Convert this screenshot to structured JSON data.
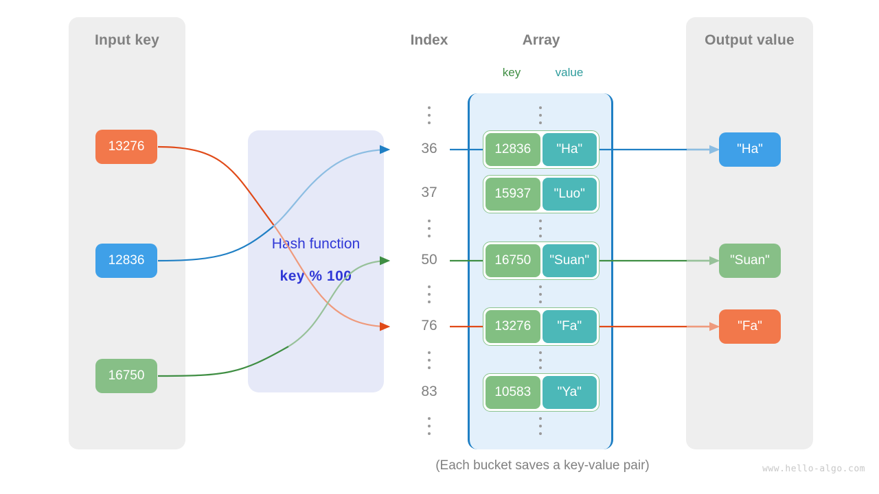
{
  "panels": {
    "input": {
      "title": "Input key"
    },
    "output": {
      "title": "Output value"
    }
  },
  "headings": {
    "index": "Index",
    "array": "Array",
    "key": "key",
    "value": "value"
  },
  "hash_function": {
    "label": "Hash function",
    "formula": "key % 100"
  },
  "input_keys": [
    {
      "text": "13276",
      "color": "#f2784b",
      "variant": "orange"
    },
    {
      "text": "12836",
      "color": "#3fa0e8",
      "variant": "blue"
    },
    {
      "text": "16750",
      "color": "#87bf87",
      "variant": "green"
    }
  ],
  "index_labels": [
    "36",
    "37",
    "50",
    "76",
    "83"
  ],
  "ellipsis_glyph": "vertical-ellipsis",
  "buckets": [
    {
      "key": "12836",
      "value": "\"Ha\"",
      "index": "36"
    },
    {
      "key": "15937",
      "value": "\"Luo\"",
      "index": "37"
    },
    {
      "key": "16750",
      "value": "\"Suan\"",
      "index": "50"
    },
    {
      "key": "13276",
      "value": "\"Fa\"",
      "index": "76"
    },
    {
      "key": "10583",
      "value": "\"Ya\"",
      "index": "83"
    }
  ],
  "output_values": [
    {
      "text": "\"Ha\"",
      "color": "#3fa0e8",
      "variant": "blue"
    },
    {
      "text": "\"Suan\"",
      "color": "#87bf87",
      "variant": "green"
    },
    {
      "text": "\"Fa\"",
      "color": "#f2784b",
      "variant": "orange"
    }
  ],
  "footer": {
    "caption": "(Each bucket saves a key-value pair)",
    "watermark": "www.hello-algo.com"
  },
  "colors": {
    "panel_bg": "#eeeeee",
    "hash_bg": "#e6e9f8",
    "hash_text": "#2f37d6",
    "array_bg": "#e3f0fb",
    "array_border": "#1f7fc4",
    "bucket_key": "#82bf82",
    "bucket_value": "#4cb8b8",
    "bucket_border": "#8bc48e",
    "heading_text": "#808080",
    "wire_orange": "#e04a18",
    "wire_blue": "#1f7fc4",
    "wire_green": "#3f8e43"
  }
}
